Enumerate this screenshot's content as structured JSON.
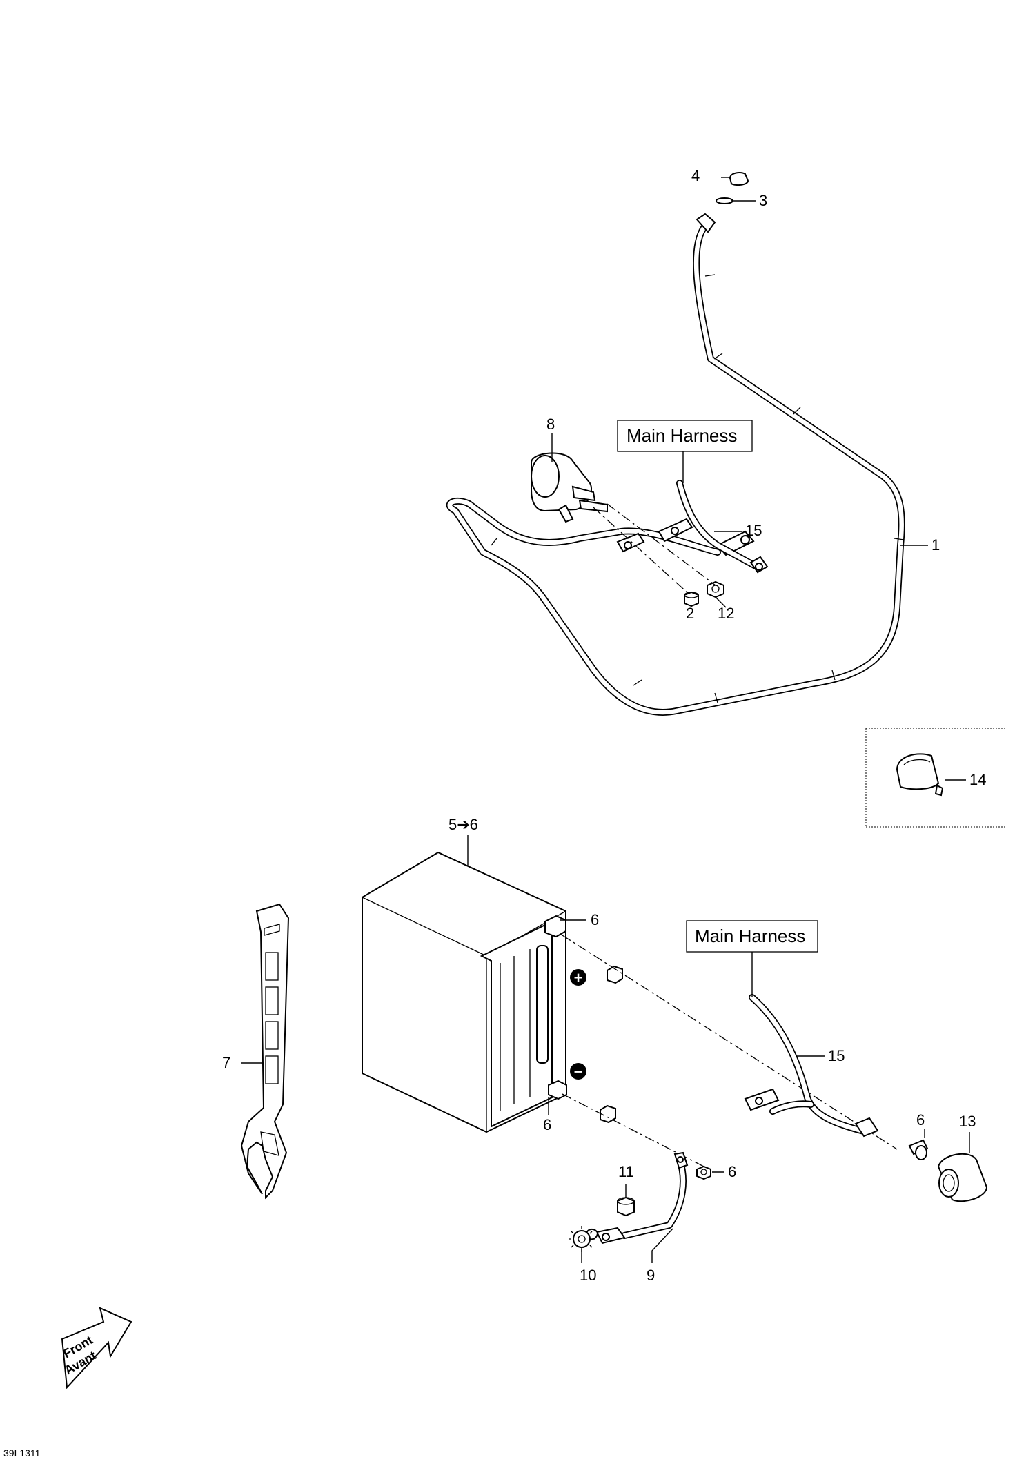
{
  "callouts": {
    "c1": "1",
    "c2": "2",
    "c3": "3",
    "c4": "4",
    "c5": "5➔6",
    "c6a": "6",
    "c6b": "6",
    "c6c": "6",
    "c6d": "6",
    "c7": "7",
    "c8": "8",
    "c9": "9",
    "c10": "10",
    "c11": "11",
    "c12": "12",
    "c13": "13",
    "c14": "14",
    "c15a": "15",
    "c15b": "15"
  },
  "labels": {
    "main_harness_top": "Main Harness",
    "main_harness_bottom": "Main Harness",
    "positive_symbol": "+",
    "negative_symbol": "−",
    "front": "Front",
    "avant": "Avant",
    "drawing_code": "39L1311"
  },
  "colors": {
    "line": "#000000",
    "background": "#ffffff"
  }
}
